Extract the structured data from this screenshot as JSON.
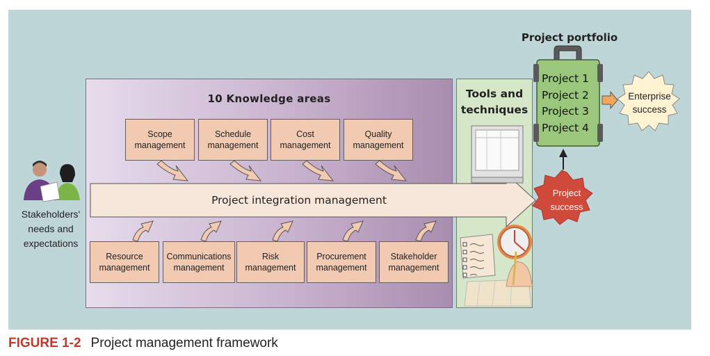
{
  "knowledge_areas_title": "10 Knowledge areas",
  "top_areas": [
    "Scope\nmanagement",
    "Schedule\nmanagement",
    "Cost\nmanagement",
    "Quality\nmanagement"
  ],
  "bottom_areas": [
    "Resource\nmanagement",
    "Communications\nmanagement",
    "Risk\nmanagement",
    "Procurement\nmanagement",
    "Stakeholder\nmanagement"
  ],
  "integration_label": "Project integration management",
  "stakeholders_label": "Stakeholders'\nneeds and\nexpectations",
  "tools_label": "Tools and\ntechniques",
  "portfolio_title": "Project portfolio",
  "portfolio_projects": [
    "Project 1",
    "Project 2",
    "Project 3",
    "Project 4"
  ],
  "success_label": "Project\nsuccess",
  "enterprise_label": "Enterprise\nsuccess",
  "caption": {
    "number": "FIGURE 1-2",
    "text": "Project management framework"
  },
  "colors": {
    "background": "#bfd6d9",
    "knowledge_panel": "#c9b3cf",
    "area_box": "#f2c9b1",
    "tools_panel": "#d5e6c9",
    "briefcase": "#9bc77d",
    "project_success": "#d04a3c",
    "enterprise_success": "#fff3d2",
    "caption_number": "#c0392b"
  }
}
